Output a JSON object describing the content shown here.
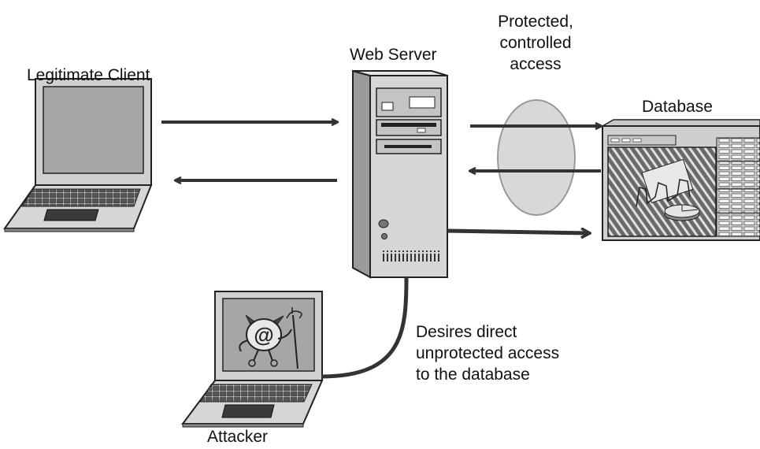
{
  "labels": {
    "legitimate_client": "Legitimate Client",
    "web_server": "Web Server",
    "protected_access": "Protected,\ncontrolled\naccess",
    "database": "Database",
    "direct_access": "Desires direct\nunprotected access\nto the database",
    "attacker": "Attacker"
  },
  "icons": {
    "client": "laptop-icon",
    "attacker": "laptop-icon",
    "server": "server-tower-icon",
    "database": "database-monitor-icon",
    "protection": "protection-ellipse",
    "attacker_logo": "devil-at-sign-icon"
  },
  "colors": {
    "line": "#333333",
    "ellipse_fill": "#d8d8d8",
    "ellipse_stroke": "#9a9a9a",
    "device_fill": "#d4d4d4",
    "screen_fill": "#a8a8a8"
  }
}
